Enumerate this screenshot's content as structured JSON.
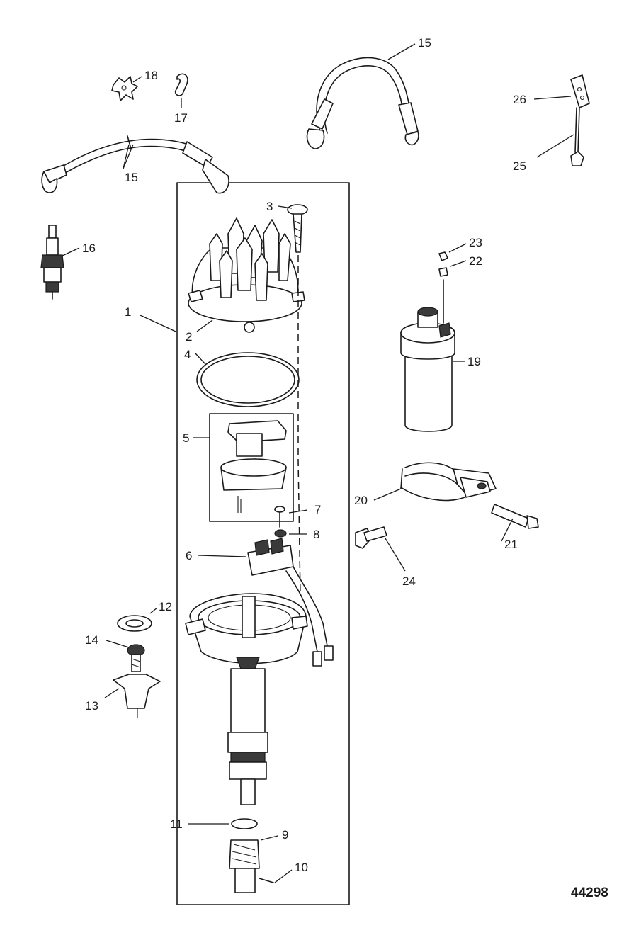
{
  "callouts": {
    "c1": "1",
    "c2": "2",
    "c3": "3",
    "c4": "4",
    "c5": "5",
    "c6": "6",
    "c7": "7",
    "c8": "8",
    "c9": "9",
    "c10": "10",
    "c11": "11",
    "c12": "12",
    "c13": "13",
    "c14": "14",
    "c15a": "15",
    "c15b": "15",
    "c16": "16",
    "c17": "17",
    "c18": "18",
    "c19": "19",
    "c20": "20",
    "c21": "21",
    "c22": "22",
    "c23": "23",
    "c24": "24",
    "c25": "25",
    "c26": "26"
  },
  "document_number": "44298"
}
